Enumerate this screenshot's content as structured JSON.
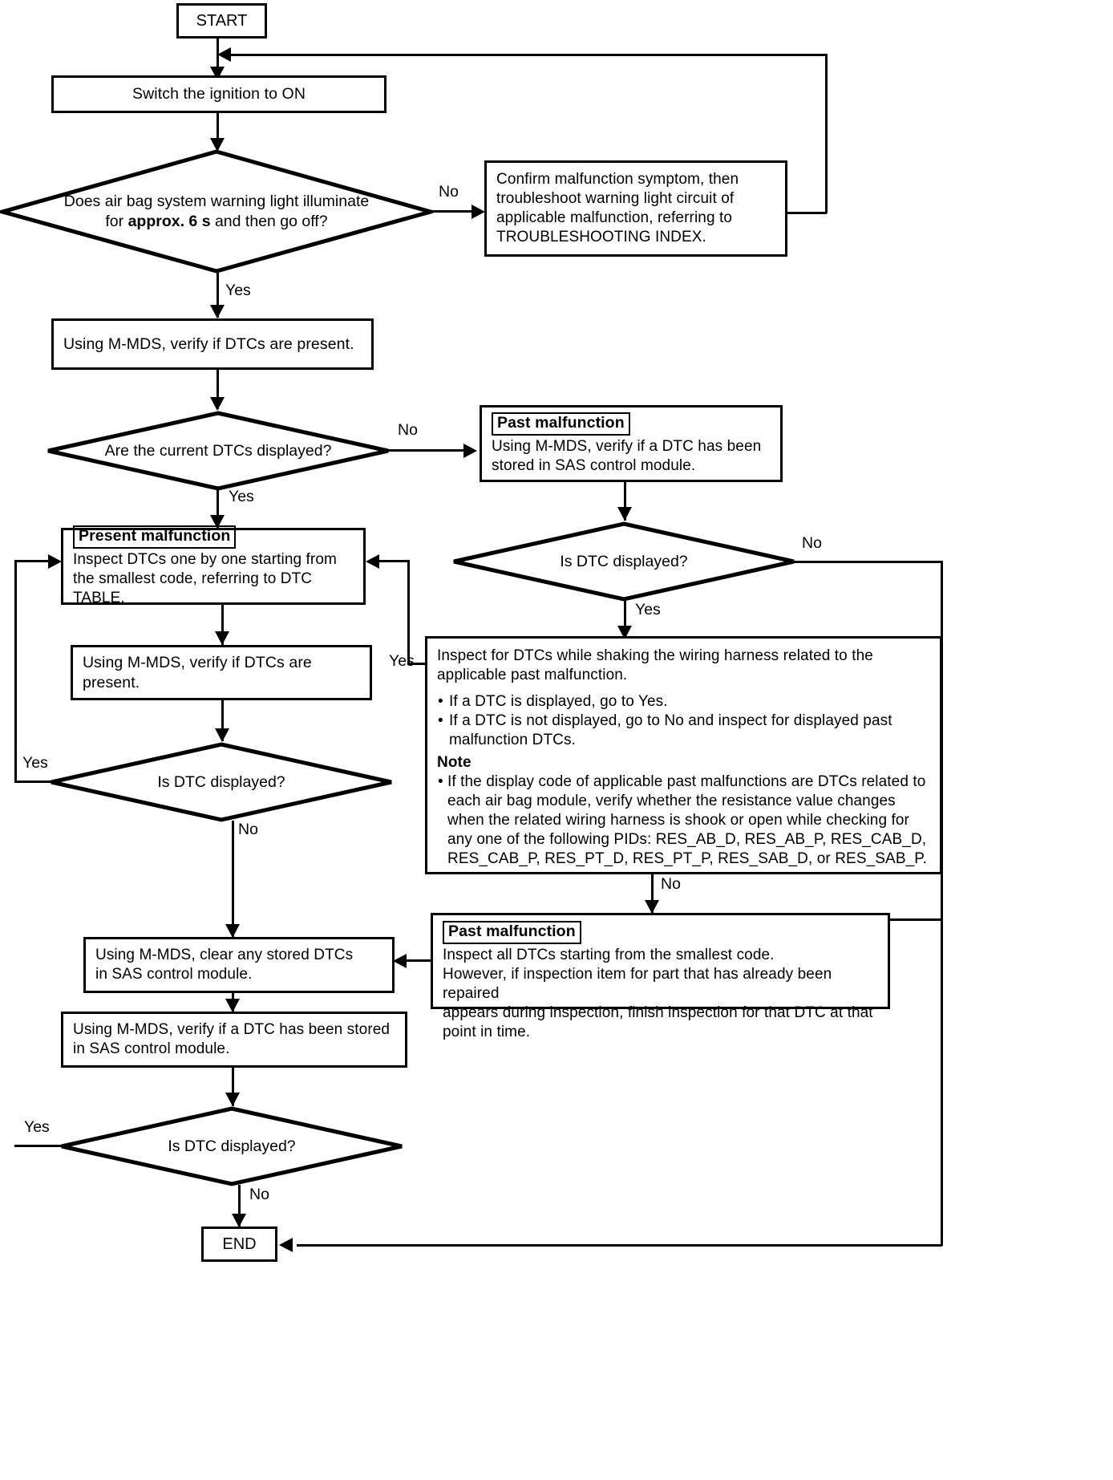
{
  "diagram": {
    "title": "Air bag system DTC inspection flowchart",
    "type": "flowchart",
    "start_label": "START",
    "end_label": "END",
    "edge_labels": {
      "yes": "Yes",
      "no": "No"
    },
    "nodes": {
      "start": {
        "label": "START",
        "shape": "terminator"
      },
      "ignition": {
        "label": "Switch the ignition to ON",
        "shape": "process"
      },
      "warning_light": {
        "line1": "Does air bag system warning light illuminate",
        "line2_pre": "for ",
        "line2_bold": "approx. 6 s",
        "line2_post": " and then go off?",
        "shape": "decision"
      },
      "confirm_symptom": {
        "line1": "Confirm malfunction symptom, then",
        "line2": "troubleshoot warning light circuit of",
        "line3": "applicable malfunction, referring to",
        "line4": "TROUBLESHOOTING INDEX.",
        "shape": "process"
      },
      "verify_dtcs": {
        "label": "Using M-MDS, verify if DTCs are present.",
        "shape": "process"
      },
      "current_dtcs": {
        "label": "Are the current DTCs displayed?",
        "shape": "decision"
      },
      "past_malfunction_1": {
        "chip": "Past malfunction",
        "line1": "Using M-MDS, verify if a DTC has been",
        "line2": "stored in SAS control module.",
        "shape": "process"
      },
      "is_dtc_displayed_right": {
        "label": "Is DTC displayed?",
        "shape": "decision"
      },
      "present_malfunction": {
        "chip": "Present malfunction",
        "line1": "Inspect DTCs one by one starting from",
        "line2": "the smallest code, referring to DTC TABLE.",
        "shape": "process"
      },
      "verify_dtcs_2": {
        "label": "Using M-MDS, verify if DTCs are present.",
        "shape": "process"
      },
      "is_dtc_displayed_left_1": {
        "label": "Is DTC displayed?",
        "shape": "decision"
      },
      "shake_harness": {
        "line1": "Inspect for DTCs while shaking the wiring harness related to the",
        "line2": "applicable past malfunction.",
        "bullets": [
          "If a DTC is displayed, go to Yes.",
          "If a DTC is not displayed, go to No and inspect for displayed past malfunction DTCs."
        ],
        "note_heading": "Note",
        "note_bullets": [
          "If the display code of applicable past malfunctions are DTCs related to each air bag module, verify whether the resistance value changes when the related wiring harness is shook or open while checking for any one of the following PIDs: RES_AB_D, RES_AB_P, RES_CAB_D, RES_CAB_P, RES_PT_D, RES_PT_P, RES_SAB_D, or RES_SAB_P."
        ],
        "shape": "process"
      },
      "past_malfunction_2": {
        "chip": "Past malfunction",
        "line1": "Inspect all DTCs starting from the smallest code.",
        "line2": "However, if inspection item for part that has already been repaired",
        "line3": "appears during inspection, finish inspection for that DTC at that",
        "line4": "point in time.",
        "shape": "process"
      },
      "clear_dtcs": {
        "line1": "Using M-MDS, clear any stored DTCs",
        "line2": "in SAS control module.",
        "shape": "process"
      },
      "verify_stored": {
        "line1": "Using M-MDS, verify if a DTC has been stored",
        "line2": "in SAS control module.",
        "shape": "process"
      },
      "is_dtc_displayed_left_2": {
        "label": "Is DTC displayed?",
        "shape": "decision"
      },
      "end": {
        "label": "END",
        "shape": "terminator"
      }
    }
  },
  "colors": {
    "stroke": "#000000",
    "background": "#ffffff"
  }
}
